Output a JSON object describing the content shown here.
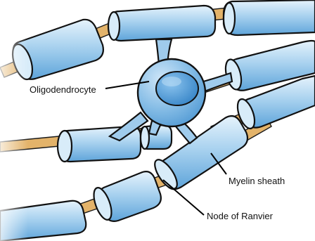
{
  "labels": {
    "oligodendrocyte": "Oligodendrocyte",
    "myelin_sheath": "Myelin sheath",
    "node_of_ranvier": "Node of Ranvier"
  },
  "colors": {
    "axon": "#e3b36a",
    "axon_stroke": "#1a1a1a",
    "myelin_light": "#d9ecf8",
    "myelin_mid": "#9fcbec",
    "myelin_dark": "#5da3d9",
    "cell_body": "#7db7e3",
    "nucleus": "#3f8fd0",
    "outline": "#111111",
    "background": "#ffffff"
  }
}
